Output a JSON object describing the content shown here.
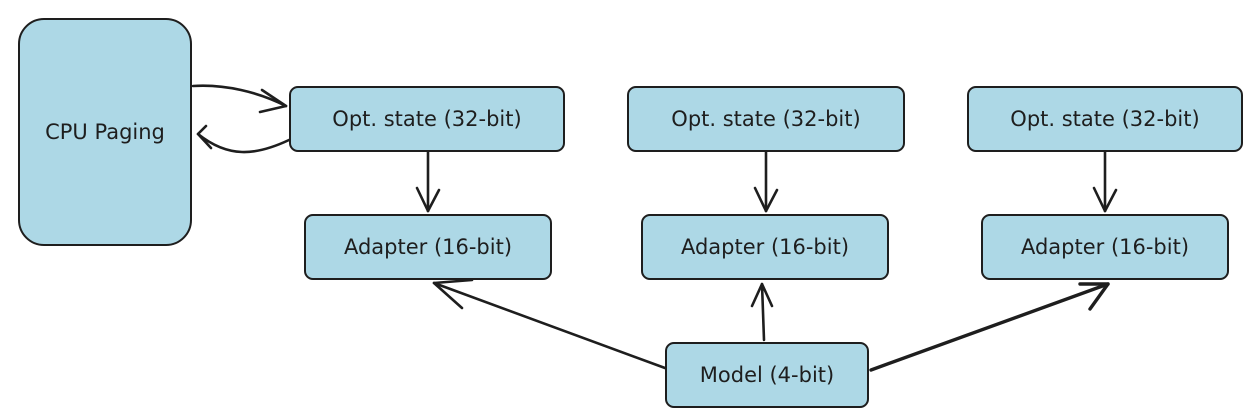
{
  "nodes": {
    "cpu_paging": "CPU Paging",
    "opt_state_1": "Opt. state (32-bit)",
    "opt_state_2": "Opt. state (32-bit)",
    "opt_state_3": "Opt. state (32-bit)",
    "adapter_1": "Adapter (16-bit)",
    "adapter_2": "Adapter (16-bit)",
    "adapter_3": "Adapter (16-bit)",
    "model": "Model (4-bit)"
  },
  "colors": {
    "box_fill": "#add8e6",
    "stroke": "#1e1e1e",
    "background": "#ffffff"
  }
}
